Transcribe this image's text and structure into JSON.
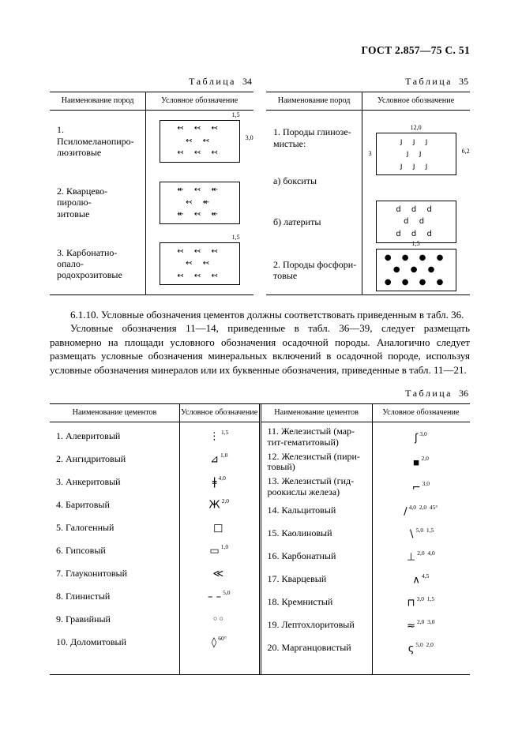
{
  "page_header": "ГОСТ 2.857—75 С. 51",
  "table34": {
    "caption_word": "Таблица",
    "caption_num": "34",
    "columns": [
      "Наименование пород",
      "Условное обозначение"
    ],
    "rows": [
      {
        "name": "1. Псиломеланопиро-\nлюзитовые",
        "symbol": "arrow-hook-pattern",
        "glyph_line1": "↢ ↢ ↢",
        "glyph_line2": "↢ ↢",
        "glyph_line3": "↢ ↢ ↢",
        "dim_top": "1,5",
        "dim_right": "3,0"
      },
      {
        "name": "2. Кварцево-пиролю-\nзитовые",
        "symbol": "arrow-cross-pattern",
        "glyph_line1": "↞ ↢ ↞",
        "glyph_line2": "↢ ↞",
        "glyph_line3": "↞ ↢ ↞",
        "dim_top": "",
        "dim_right": ""
      },
      {
        "name": "3. Карбонатно-опало-\nродохрозитовые",
        "symbol": "arrow-pattern",
        "glyph_line1": "↢ ↢ ↢",
        "glyph_line2": "↢ ↢",
        "glyph_line3": "↢ ↢ ↢",
        "dim_top": "1,5",
        "dim_right": ""
      }
    ]
  },
  "table35": {
    "caption_word": "Таблица",
    "caption_num": "35",
    "columns": [
      "Наименование пород",
      "Условное обозначение"
    ],
    "rows": [
      {
        "group": "1. Породы глинозе-\nмистые:",
        "name": "а) бокситы",
        "symbol": "bauxite-pattern",
        "glyph_line1": "ȷ ȷ ȷ",
        "glyph_line2": "ȷ ȷ",
        "glyph_line3": "ȷ ȷ ȷ",
        "dim_top": "12,0",
        "dim_left": "3",
        "dim_right": "6,2"
      },
      {
        "group": "",
        "name": "б) латериты",
        "symbol": "laterite-pattern",
        "glyph_line1": "d d d",
        "glyph_line2": "d d",
        "glyph_line3": "d d d",
        "dim_top": "",
        "dim_left": "",
        "dim_right": ""
      },
      {
        "group": "",
        "name": "2. Породы фосфори-\nтовые",
        "symbol": "phosphorite-pattern",
        "glyph_line1": "● ● ● ●",
        "glyph_line2": "● ● ●",
        "glyph_line3": "● ● ● ●",
        "dim_top": "1,5",
        "dim_left": "",
        "dim_right": ""
      }
    ]
  },
  "section": {
    "p1": "6.1.10. Условные обозначения цементов должны соответствовать приведенным в табл. 36.",
    "p2": "Условные обозначения 11—14, приведенные в табл. 36—39, следует размещать равномерно на площади условного обозначения осадочной породы. Аналогично следует размещать условные обозначения минеральных включений в осадочной породе, используя условные обозначения минералов или их буквенные обозначения, приведенные в табл. 11—21."
  },
  "table36": {
    "caption_word": "Таблица",
    "caption_num": "36",
    "columns": [
      "Наименование цементов",
      "Условное обозначение"
    ],
    "left": [
      {
        "name": "1. Алевритовый",
        "symbol": "dotted-line",
        "glyph": "⋮",
        "dims": "1,5"
      },
      {
        "name": "2. Ангидритовый",
        "symbol": "triangle-dash",
        "glyph": "⊿",
        "dims": "1,0"
      },
      {
        "name": "3. Анкеритовый",
        "symbol": "double-tick-line",
        "glyph": "ǂ",
        "dims": "4,0"
      },
      {
        "name": "4. Баритовый",
        "symbol": "crossed-lines",
        "glyph": "Ж",
        "dims": "2,0"
      },
      {
        "name": "5. Галогенный",
        "symbol": "open-square",
        "glyph": "□",
        "dims": ""
      },
      {
        "name": "6. Гипсовый",
        "symbol": "rectangle-dash",
        "glyph": "▭",
        "dims": "1,0"
      },
      {
        "name": "7. Глауконитовый",
        "symbol": "nested-arcs",
        "glyph": "≪",
        "dims": ""
      },
      {
        "name": "8. Глинистый",
        "symbol": "double-dash",
        "glyph": "– –",
        "dims": "5,0"
      },
      {
        "name": "9. Гравийный",
        "symbol": "circle-chain",
        "glyph": "◦◦",
        "dims": ""
      },
      {
        "name": "10. Доломитовый",
        "symbol": "rhomb",
        "glyph": "◊",
        "dims": "60°"
      }
    ],
    "right": [
      {
        "name": "11. Железистый (мар-\nтит-гематитовый)",
        "symbol": "hook-line",
        "glyph": "ʃ",
        "dims": "3,0"
      },
      {
        "name": "12. Железистый (пири-\nтовый)",
        "symbol": "filled-square",
        "glyph": "▪",
        "dims": "2,0"
      },
      {
        "name": "13. Железистый (гид-\nроокислы железа)",
        "symbol": "corner-line",
        "glyph": "⌐",
        "dims": "3,0"
      },
      {
        "name": "14. Кальцитовый",
        "symbol": "slash-ticks",
        "glyph": "∕",
        "dims": "4,0  2,0  45°"
      },
      {
        "name": "15. Каолиновый",
        "symbol": "backslash-tick",
        "glyph": "∖",
        "dims": "5,0  1,5"
      },
      {
        "name": "16. Карбонатный",
        "symbol": "tee-line",
        "glyph": "⊥",
        "dims": "2,0  4,0"
      },
      {
        "name": "17. Кварцевый",
        "symbol": "chevron",
        "glyph": "∧",
        "dims": "4,5"
      },
      {
        "name": "18. Кремнистый",
        "symbol": "bracket-line",
        "glyph": "⊓",
        "dims": "3,0  1,5"
      },
      {
        "name": "19. Лептохлоритовый",
        "symbol": "wave-line",
        "glyph": "≈",
        "dims": "2,0  3,0"
      },
      {
        "name": "20. Марганцовистый",
        "symbol": "sigma-curve",
        "glyph": "ς",
        "dims": "5,0  2,0"
      }
    ]
  }
}
